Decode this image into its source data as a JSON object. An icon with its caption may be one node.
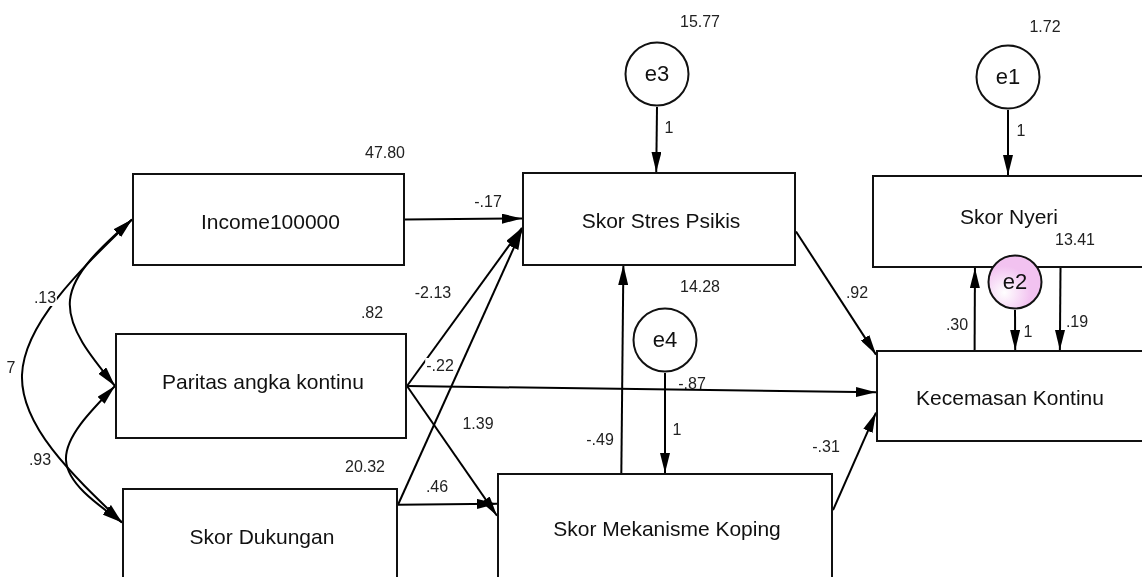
{
  "diagram": {
    "nodes": [
      {
        "text": [
          "Income100000"
        ],
        "beside": [
          "47.80"
        ]
      },
      {
        "text": [
          "Paritas angka kontinu"
        ],
        "beside": [
          ".82"
        ]
      },
      {
        "text": [
          "Skor Dukungan"
        ],
        "beside": [
          "20.32"
        ]
      },
      {
        "text": [
          "e3"
        ],
        "beside": [
          "15.77"
        ]
      },
      {
        "text": [
          "Skor Stres Psikis"
        ]
      },
      {
        "text": [
          "e1"
        ],
        "beside": [
          "1.72"
        ]
      },
      {
        "text": [
          "Skor Nyeri"
        ]
      },
      {
        "text": [
          "e4"
        ],
        "beside": [
          "14.28"
        ]
      },
      {
        "text": [
          "e2"
        ]
      },
      {
        "text": [
          "Kecemasan Kontinu"
        ]
      },
      {
        "text": [
          "Skor Mekanisme Koping"
        ]
      }
    ],
    "edges": [
      {
        "from": 0,
        "to": 1,
        "arrow": "both",
        "label": ".13"
      },
      {
        "from": 1,
        "to": 2,
        "arrow": "both",
        "label": ".93"
      },
      {
        "from": 0,
        "to": 2,
        "arrow": "both",
        "label": "7"
      },
      {
        "from": 0,
        "to": 4,
        "arrow": "to",
        "label": "-.17"
      },
      {
        "from": 1,
        "to": 4,
        "arrow": "to",
        "label": "-2.13"
      },
      {
        "from": 2,
        "to": 4,
        "arrow": "to"
      },
      {
        "from": 1,
        "to": 9,
        "arrow": "to",
        "label": "-.22"
      },
      {
        "from": 1,
        "to": 10,
        "arrow": "to",
        "label": "1.39"
      },
      {
        "from": 2,
        "to": 10,
        "arrow": "to",
        "label": ".46"
      },
      {
        "from": 3,
        "to": 4,
        "arrow": "to",
        "label": "1"
      },
      {
        "from": 10,
        "to": 4,
        "arrow": "to",
        "label": "-.49"
      },
      {
        "from": 7,
        "to": 10,
        "arrow": "to",
        "label": "1"
      },
      {
        "from": 4,
        "to": 9,
        "arrow": "to",
        "label": ".92"
      },
      {
        "from": 10,
        "to": 9,
        "arrow": "to",
        "label": "-.31"
      },
      {
        "from": 5,
        "to": 6,
        "arrow": "to",
        "label": "1"
      },
      {
        "from": 9,
        "to": 6,
        "arrow": "to",
        "label": ".30"
      },
      {
        "from": 8,
        "to": 9,
        "arrow": "to",
        "label": "1"
      },
      {
        "from": 6,
        "to": 9,
        "arrow": "to",
        "label": ".19"
      }
    ],
    "labels": [
      "13.41",
      "-.87"
    ]
  }
}
